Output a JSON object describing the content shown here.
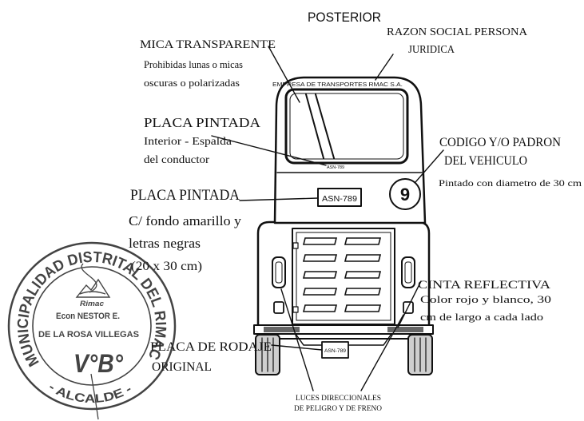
{
  "diagram": {
    "title": "POSTERIOR",
    "razon_social": {
      "line1": "RAZON SOCIAL PERSONA",
      "line2": "JURIDICA"
    },
    "mica": {
      "title": "MICA TRANSPARENTE",
      "line1": "Prohibidas lunas o micas",
      "line2": "oscuras o polarizadas"
    },
    "placa_interior": {
      "title": "PLACA PINTADA",
      "line1": "Interior - Espalda",
      "line2": "del conductor"
    },
    "codigo": {
      "line1": "CODIGO Y/O PADRON",
      "line2": "DEL VEHICULO",
      "note": "Pintado con diametro de 30 cm"
    },
    "placa_pintada": {
      "title": "PLACA PINTADA",
      "line1": "C/ fondo amarillo y",
      "line2": "letras negras",
      "line3": "(20 x 30 cm)"
    },
    "cinta": {
      "title": "CINTA REFLECTIVA",
      "line1": "Color rojo y blanco, 30",
      "line2": "cm de largo a cada lado"
    },
    "placa_rodaje": {
      "line1": "PLACA DE RODAJE",
      "line2": "ORIGINAL"
    },
    "luces": {
      "line1": "LUCES DIRECCIONALES",
      "line2": "DE PELIGRO Y DE FRENO"
    }
  },
  "vehicle": {
    "company_name": "EMPRESA DE TRANSPORTES RMAC S.A.",
    "interior_plate": "ASN-789",
    "painted_plate": "ASN-789",
    "rear_plate": "ASN-789",
    "padron_number": "9"
  },
  "stamp": {
    "outer_text": "MUNICIPALIDAD DISTRITAL DEL RIMAC",
    "bottom_text": "- ALCALDE -",
    "logo_text": "Rimac",
    "name_line1": "Econ NESTOR E.",
    "name_line2": "DE LA ROSA VILLEGAS",
    "approval": "V°B°"
  },
  "colors": {
    "ink": "#111111",
    "stamp_ink": "#2a2a2a",
    "paper": "#ffffff"
  }
}
